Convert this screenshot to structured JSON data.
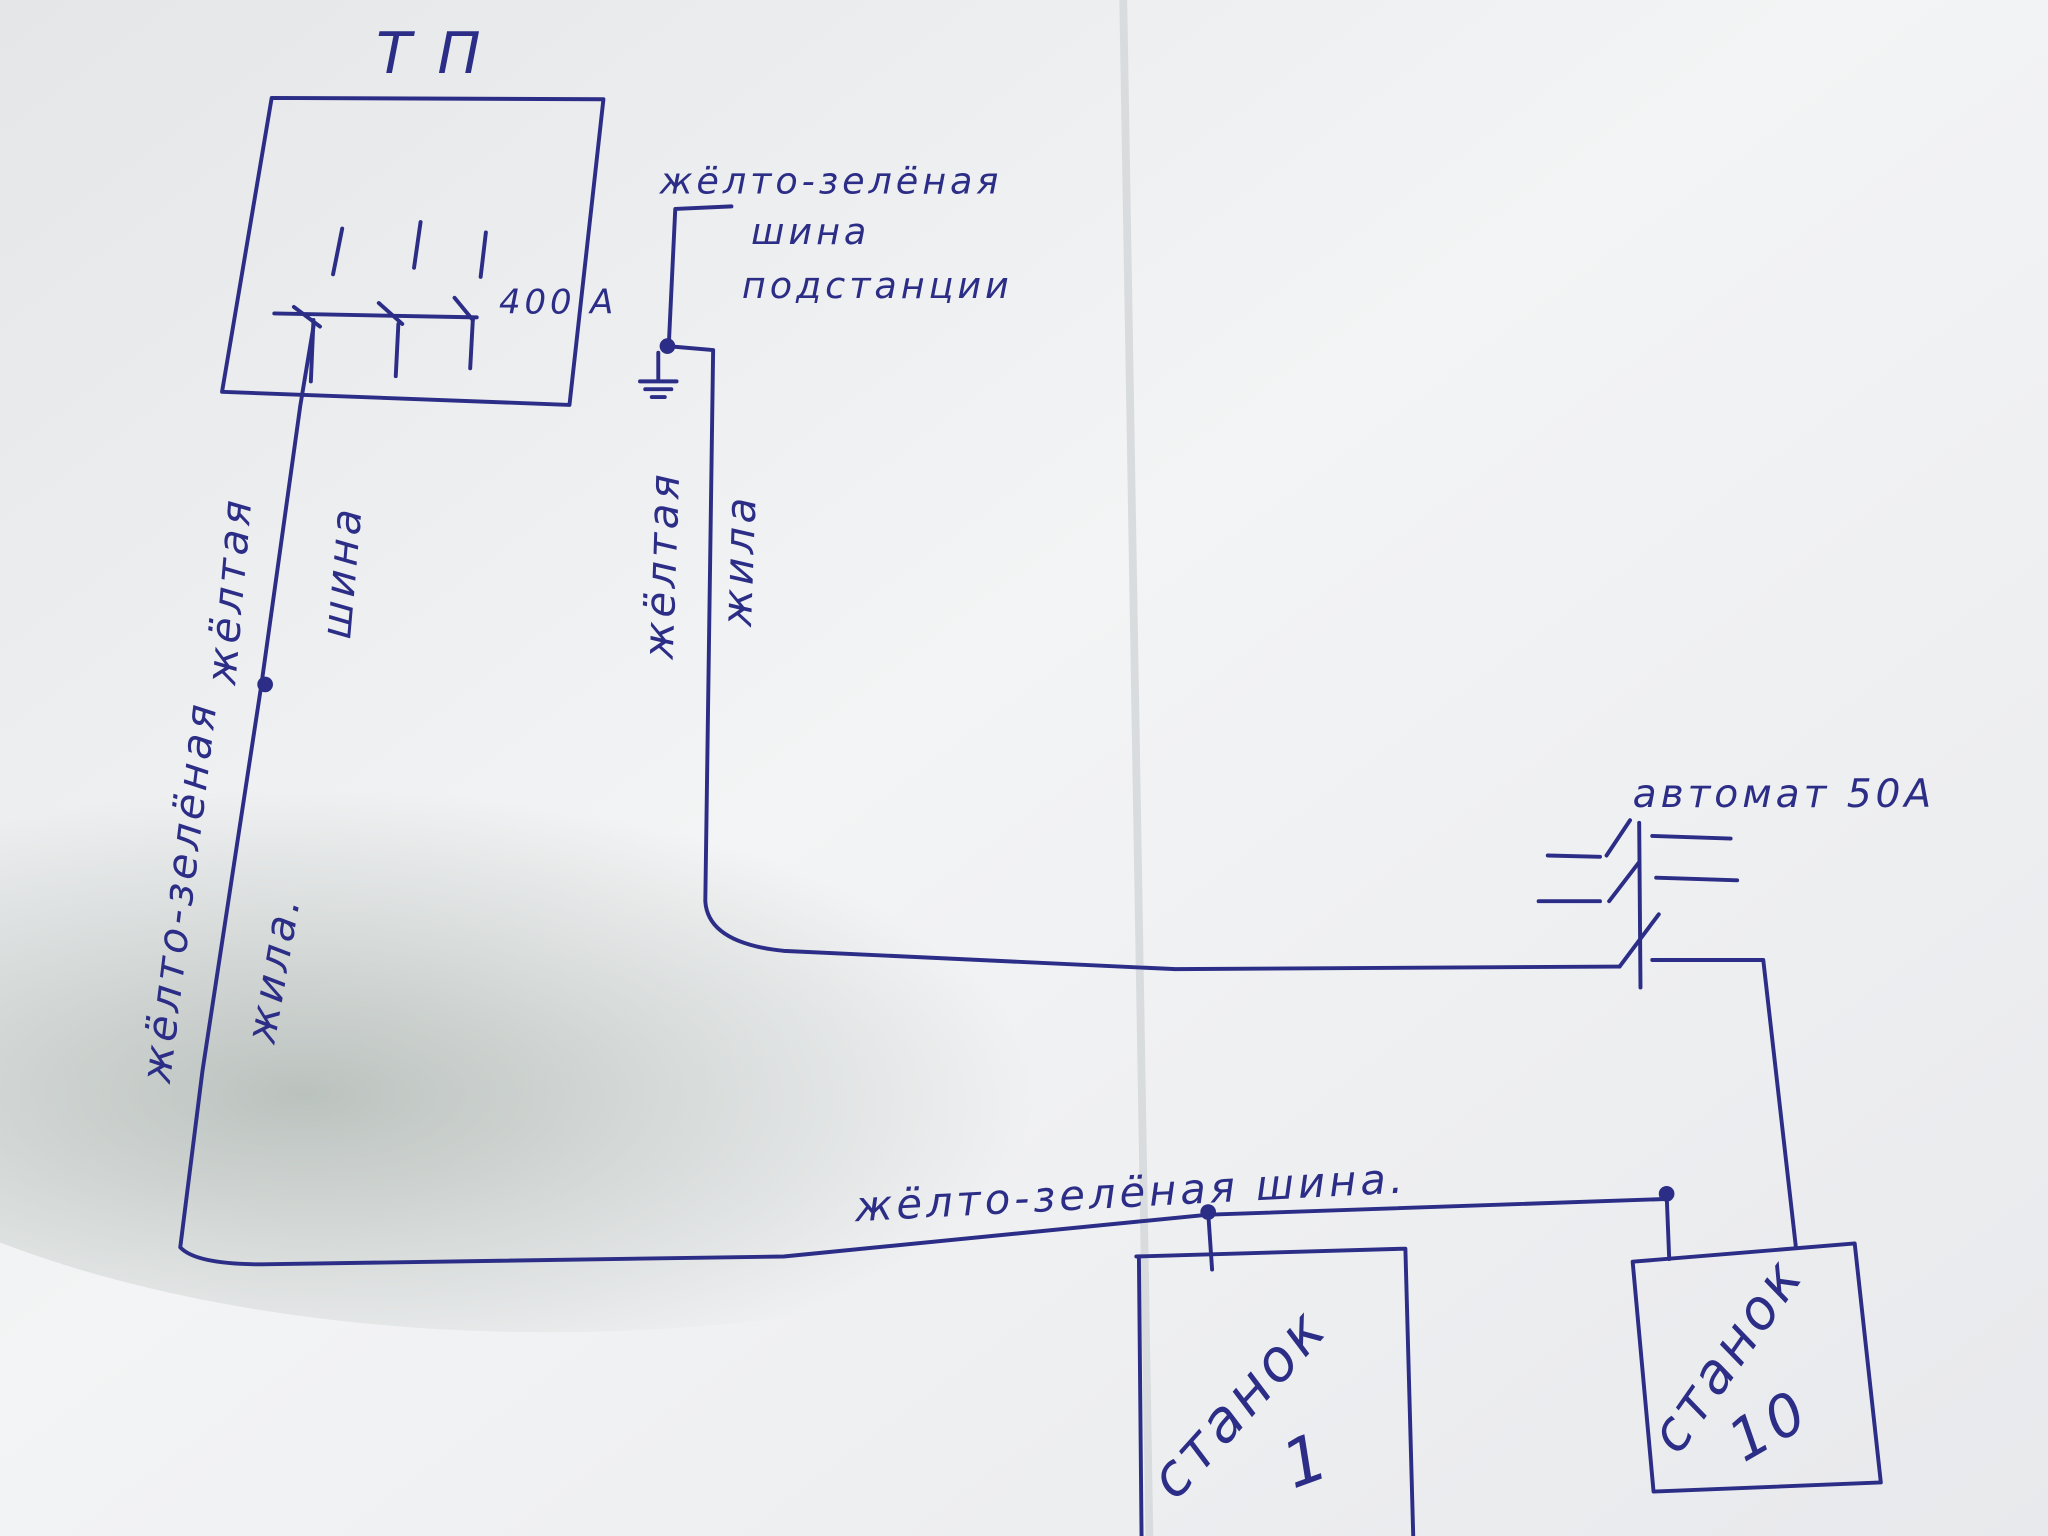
{
  "title": "Т П",
  "breaker_rating": "400 А",
  "ground_bus_label": [
    "жёлто-зелёная",
    "шина",
    "подстанции"
  ],
  "left_upper": {
    "line1": "жёлтая",
    "line2": "шина"
  },
  "left_lower": {
    "line1": "жёлто-зелёная",
    "line2": "жила."
  },
  "middle": {
    "line1": "жёлтая",
    "line2": "жила"
  },
  "breaker_label": "автомат 50А",
  "bottom_bus_label": "жёлто-зелёная шина.",
  "machine1": {
    "line1": "станок",
    "line2": "1"
  },
  "machine10": {
    "line1": "станок",
    "line2": "10"
  },
  "colors": {
    "ink": "#2b2d86",
    "paper": "#eef0f2"
  }
}
